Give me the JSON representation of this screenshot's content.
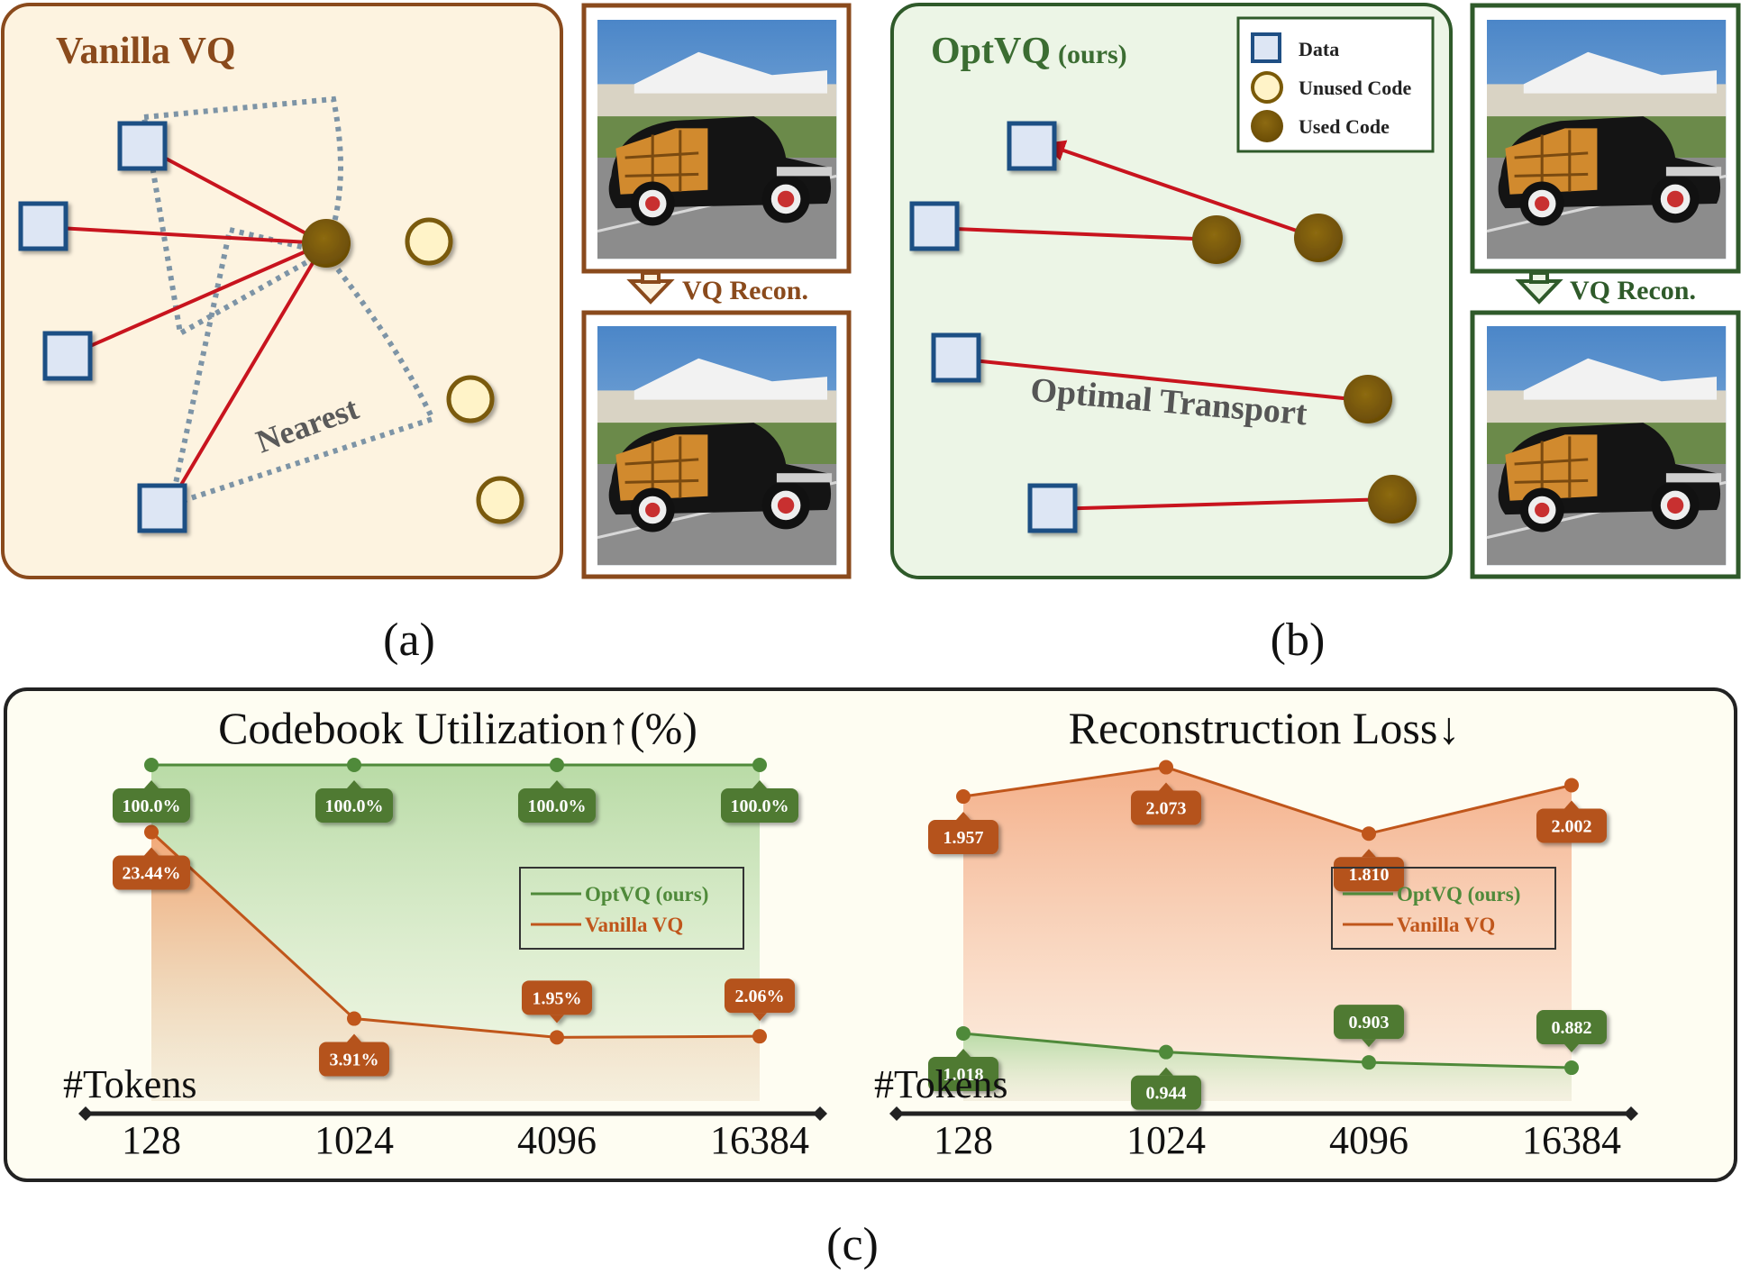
{
  "panel_a": {
    "title": "Vanilla VQ",
    "nearest_label": "Nearest",
    "recon_label": "VQ Recon.",
    "caption": "(a)"
  },
  "panel_b": {
    "title": "OptVQ",
    "title_suffix": "(ours)",
    "transport_label": "Optimal Transport",
    "recon_label": "VQ Recon.",
    "caption": "(b)",
    "legend": {
      "data": "Data",
      "unused": "Unused Code",
      "used": "Used Code"
    }
  },
  "panel_c": {
    "caption": "(c)",
    "tokens_label": "#Tokens",
    "legend": {
      "optvq": "OptVQ (ours)",
      "vanilla": "Vanilla VQ"
    }
  },
  "colors": {
    "brown": "#8a4a1c",
    "green_dark": "#2f5a2a",
    "vanilla_line": "#c0561b",
    "optvq_line": "#4f8a3a",
    "panel_a_bg": "#fdf3e0",
    "panel_b_bg": "#ecf5e6",
    "panel_c_bg": "#fefdf2",
    "arrow_red": "#c8141e",
    "code_used": "#7a5a08",
    "code_unused": "#fff3c8"
  },
  "chart_data": [
    {
      "type": "line",
      "title": "Codebook Utilization↑(%)",
      "xlabel": "#Tokens",
      "categories": [
        "128",
        "1024",
        "4096",
        "16384"
      ],
      "series": [
        {
          "name": "OptVQ (ours)",
          "values": [
            100.0,
            100.0,
            100.0,
            100.0
          ],
          "labels": [
            "100.0%",
            "100.0%",
            "100.0%",
            "100.0%"
          ]
        },
        {
          "name": "Vanilla VQ",
          "values": [
            23.44,
            3.91,
            1.95,
            2.06
          ],
          "labels": [
            "23.44%",
            "3.91%",
            "1.95%",
            "2.06%"
          ]
        }
      ]
    },
    {
      "type": "line",
      "title": "Reconstruction Loss↓",
      "xlabel": "#Tokens",
      "categories": [
        "128",
        "1024",
        "4096",
        "16384"
      ],
      "series": [
        {
          "name": "OptVQ (ours)",
          "values": [
            1.018,
            0.944,
            0.903,
            0.882
          ],
          "labels": [
            "1.018",
            "0.944",
            "0.903",
            "0.882"
          ]
        },
        {
          "name": "Vanilla VQ",
          "values": [
            1.957,
            2.073,
            1.81,
            2.002
          ],
          "labels": [
            "1.957",
            "2.073",
            "1.810",
            "2.002"
          ]
        }
      ]
    }
  ]
}
